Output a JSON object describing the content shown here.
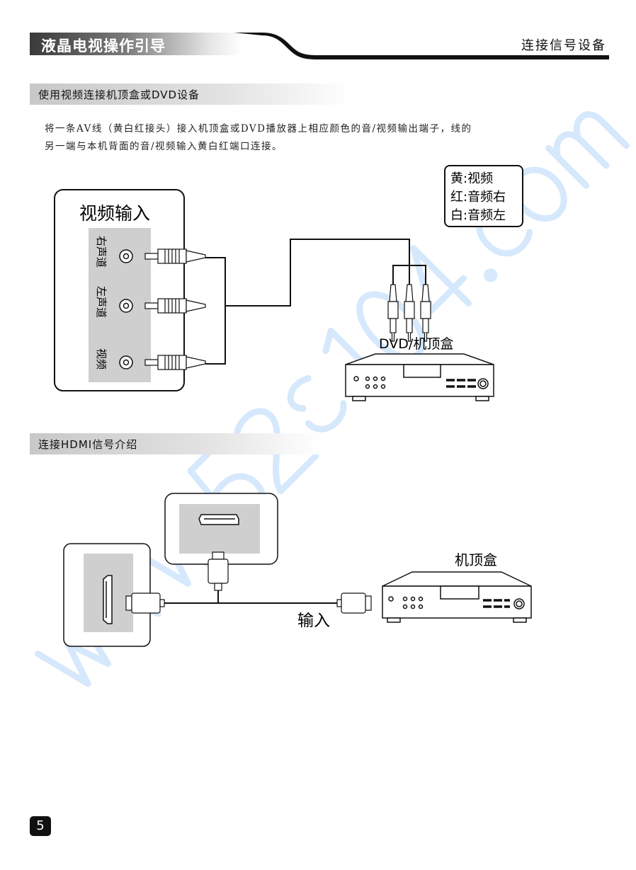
{
  "header": {
    "title": "液晶电视操作引导",
    "section": "连接信号设备"
  },
  "section1": {
    "title": "使用视频连接机顶盒或DVD设备",
    "paragraph": [
      "将一条AV线（黄白红接头）接入机顶盒或DVD播放器上相应颜色的音/视频输出端子，线的",
      "另一端与本机背面的音/视频输入黄白红端口连接。"
    ],
    "diagram": {
      "panel_title": "视频输入",
      "jacks": [
        "右声道",
        "左声道",
        "视频"
      ],
      "device_label": "DVD/机顶盒",
      "legend": [
        "黄:视频",
        "红:音频右",
        "白:音频左"
      ]
    }
  },
  "section2": {
    "title": "连接HDMI信号介绍",
    "diagram": {
      "input_label": "输入",
      "device_label": "机顶盒"
    }
  },
  "page_number": "5",
  "watermark": "www.52...com",
  "colors": {
    "watermark": "#cfe3fb",
    "section_bar": "#d0d0d0",
    "text": "#111111"
  }
}
